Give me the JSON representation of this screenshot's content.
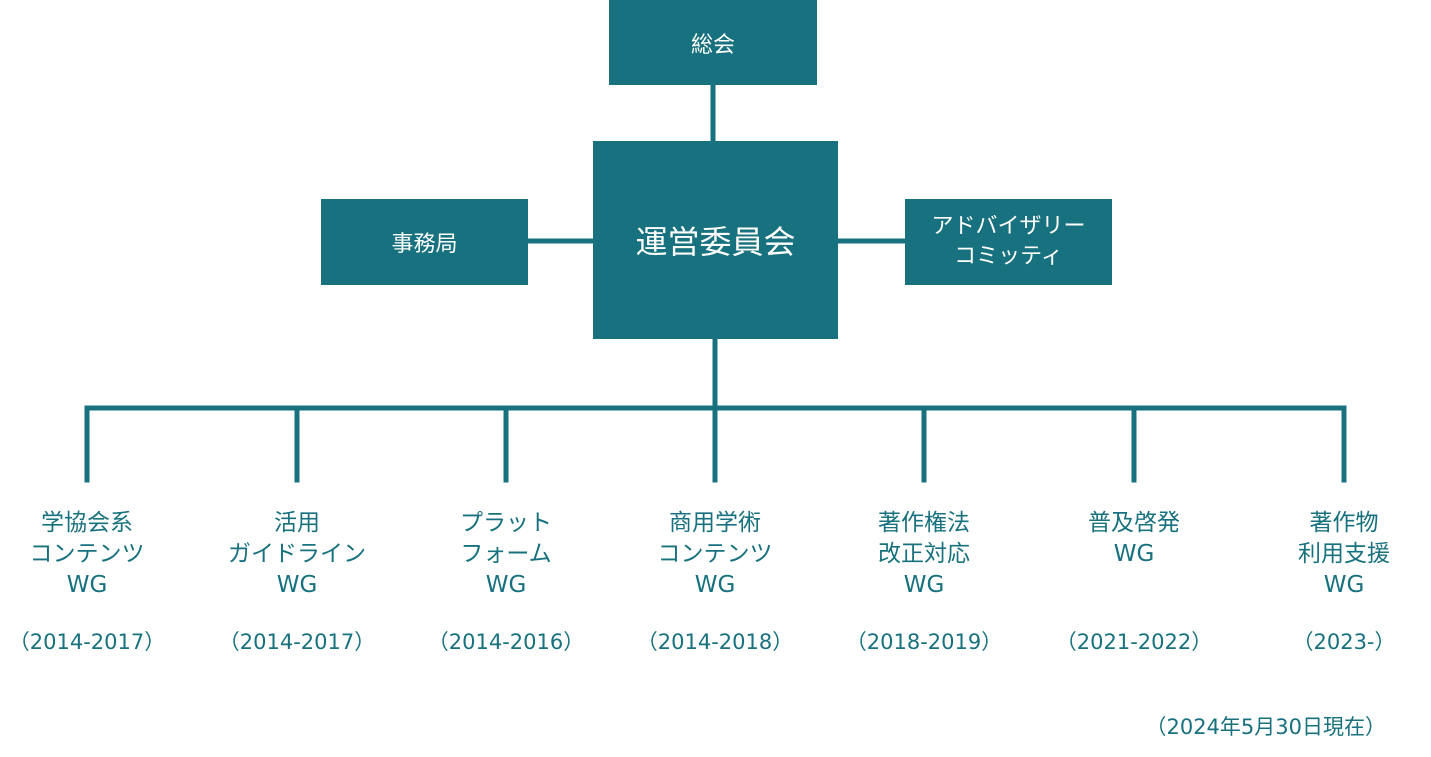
{
  "colors": {
    "box_fill": "#18717e",
    "box_text": "#ffffff",
    "line": "#18717e",
    "wg_text": "#18717e"
  },
  "nodes": {
    "general_assembly": "総会",
    "steering_committee": "運営委員会",
    "secretariat": "事務局",
    "advisory_committee": "アドバイザリー\nコミッティ"
  },
  "working_groups": [
    {
      "name": "学協会系\nコンテンツ\nWG",
      "period": "（2014-2017）"
    },
    {
      "name": "活用\nガイドライン\nWG",
      "period": "（2014-2017）"
    },
    {
      "name": "プラット\nフォーム\nWG",
      "period": "（2014-2016）"
    },
    {
      "name": "商用学術\nコンテンツ\nWG",
      "period": "（2014-2018）"
    },
    {
      "name": "著作権法\n改正対応\nWG",
      "period": "（2018-2019）"
    },
    {
      "name": "普及啓発\nWG",
      "period": "（2021-2022）"
    },
    {
      "name": "著作物\n利用支援\nWG",
      "period": "（2023-）"
    }
  ],
  "as_of": "（2024年5月30日現在）"
}
